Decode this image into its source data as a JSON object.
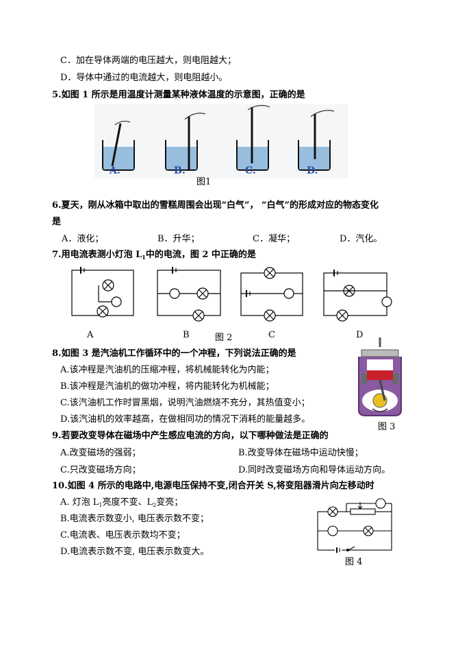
{
  "lines": {
    "l1": "C．加在导体两端的电压越大，则电阻越大；",
    "l2": "D．导体中通过的电流越大，则电阻越小。",
    "q5": "5.如图 1 所示是用温度计测量某种液体温度的示意图，正确的是",
    "q6a": "6.夏天，刚从冰箱中取出的雪糕周围会出现“白气”，  “白气”的形成对应的物态变化",
    "q6b": "是",
    "q7": "7.用电流表测小灯泡 L",
    "q8": "8.如图 3 是汽油机工作循环中的一个冲程，下列说法正确的是",
    "q9": "9.若要改变导体在磁场中产生感应电流的方向，以下哪种做法是正确的",
    "q10": "10.如图 4 所示的电路中,电源电压保持不变,闭合开关 S,将变阻器滑片向左移动时"
  },
  "q6_options": [
    "A．液化；",
    "B．升华；",
    "C．凝华；",
    "D．汽化。"
  ],
  "q7_suffix": "中的电流，图 2 中正确的是",
  "q8_options": [
    "A.该冲程是汽油机的压缩冲程，将机械能转化为内能；",
    "B.该冲程是汽油机的做功冲程，将内能转化为机械能；",
    "C.该汽油机工作时冒黑烟，说明汽油燃烧不充分，其热值变小；",
    "D.该汽油机的效率越高，在做相同功的情况下消耗的能量越多。"
  ],
  "q9_options": [
    "A.改变磁场的强弱；",
    "B.改变导体在磁场中运动快慢；",
    "C.只改变磁场方向；",
    "D.同时改变磁场方向和导体运动方向。"
  ],
  "q10_options": {
    "a_pre": "A. 灯泡 L",
    "a_mid": "亮度不变、L",
    "a_post": "变亮；",
    "b": "B.电流表示数变小, 电压表示数不变；",
    "c": "C.电流表、电压表示数均不变；",
    "d": "D.电流表示数不变, 电压表示数变大。"
  },
  "figures": {
    "fig1_caption": "图1",
    "fig1_labels": [
      "A.",
      "B.",
      "C.",
      "D."
    ],
    "fig2_caption": "图 2",
    "fig2_labels": [
      "A",
      "B",
      "C",
      "D"
    ],
    "fig3_caption": "图 3",
    "fig4_caption": "图 4",
    "sub1": "1",
    "sub2": "2"
  }
}
